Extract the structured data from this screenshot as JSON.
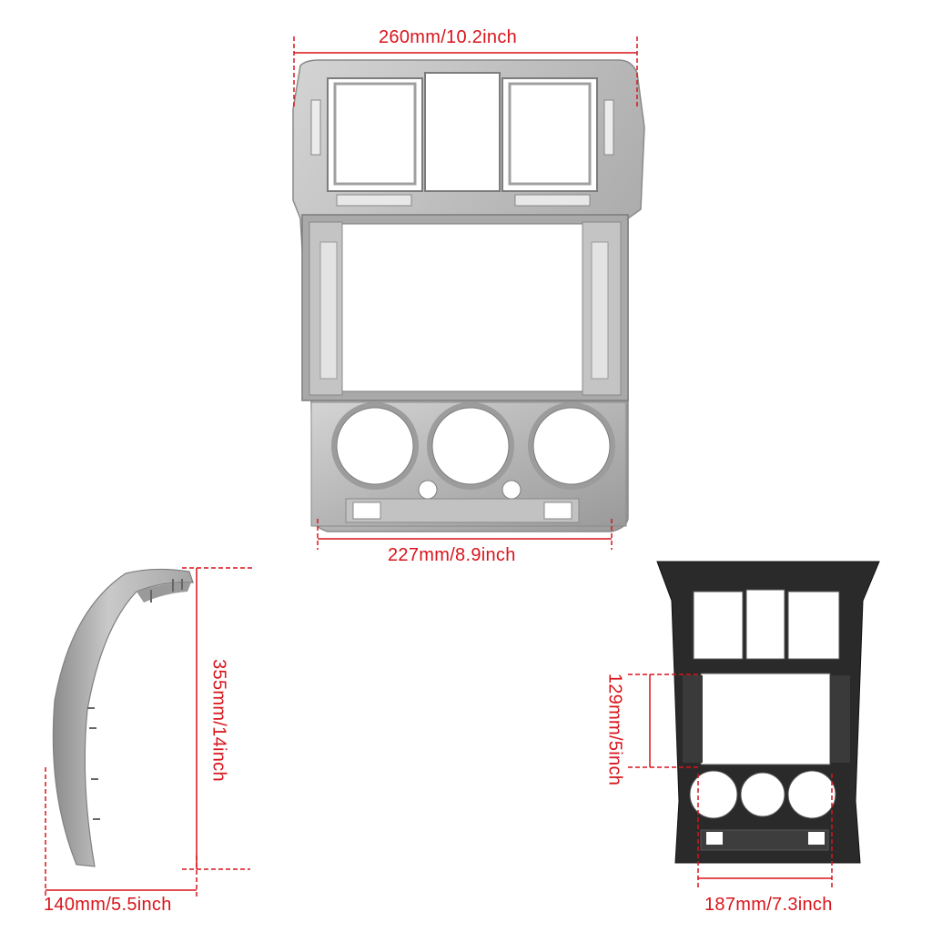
{
  "dimensions": {
    "top_width": "260mm/10.2inch",
    "bottom_width": "227mm/8.9inch",
    "side_height": "355mm/14inch",
    "side_depth": "140mm/5.5inch",
    "screen_height": "129mm/5inch",
    "back_width": "187mm/7.3inch"
  },
  "colors": {
    "dimension_line": "#d8141b",
    "frame_silver": "#b9b9b9",
    "frame_black": "#2a2a2a"
  }
}
